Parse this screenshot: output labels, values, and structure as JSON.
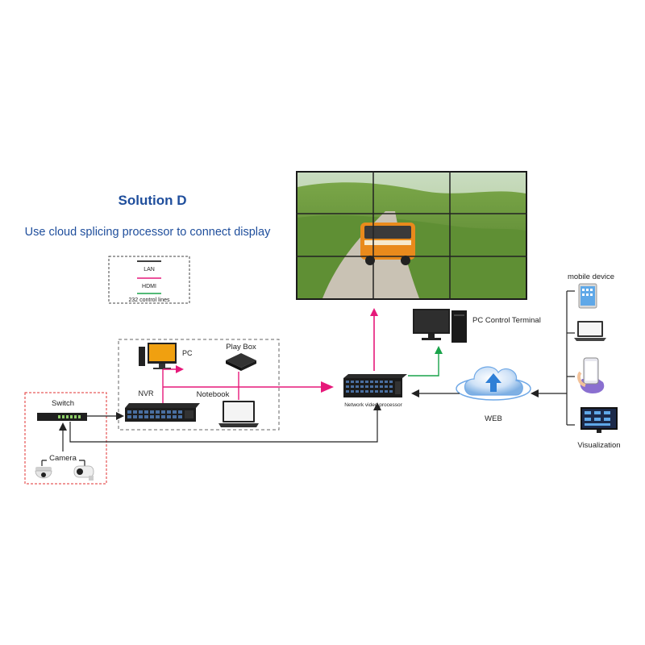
{
  "title": "Solution D",
  "subtitle": "Use cloud splicing processor to connect display",
  "legend": {
    "lan_label": "LAN",
    "hdmi_label": "HDMI",
    "control_label": "232 control lines"
  },
  "devices": {
    "pc": "PC",
    "play_box": "Play Box",
    "nvr": "NVR",
    "notebook": "Notebook",
    "switch": "Switch",
    "camera": "Camera",
    "network_video_processor": "Network video processor",
    "pc_control_terminal": "PC Control Terminal",
    "web": "WEB",
    "mobile_device": "mobile device",
    "visualization": "Visualization"
  },
  "colors": {
    "title": "#1f4e9c",
    "subtitle": "#1f4e9c",
    "lan": "#000000",
    "hdmi": "#e6197a",
    "control": "#1aa34a",
    "group_border_gray": "#666666",
    "group_border_red": "#e03030",
    "cloud": "#5b9bd5"
  },
  "icons": {
    "video_wall": "video-wall-icon",
    "pc": "desktop-pc-icon",
    "play_box": "set-top-box-icon",
    "nvr": "nvr-recorder-icon",
    "notebook": "laptop-icon",
    "switch": "network-switch-icon",
    "camera_dome": "dome-camera-icon",
    "camera_bullet": "bullet-camera-icon",
    "processor": "video-processor-icon",
    "pc_control_terminal": "desktop-tower-icon",
    "web": "cloud-upload-icon",
    "tablet": "tablet-icon",
    "laptop": "laptop-icon",
    "phone": "phone-in-hand-icon",
    "visualization": "dashboard-monitor-icon"
  }
}
